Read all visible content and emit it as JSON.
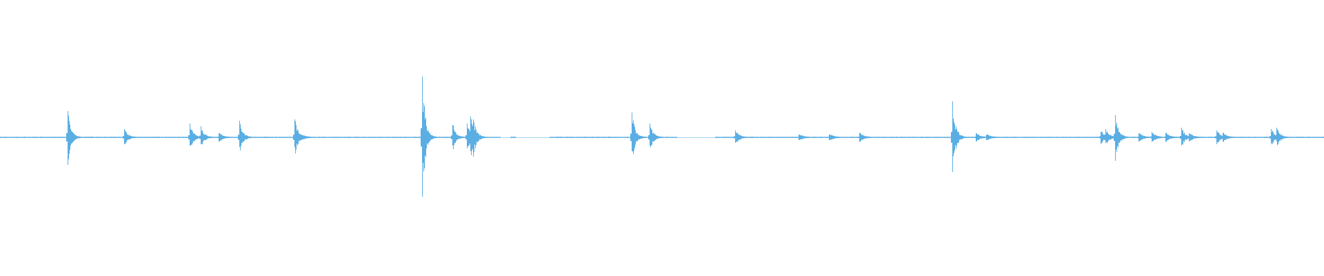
{
  "waveform": {
    "color": "#5aaee3",
    "baseline_amplitude": 0.004,
    "transients": [
      {
        "t": 0.051,
        "peak_up": 0.19,
        "peak_down": 0.2
      },
      {
        "t": 0.0935,
        "peak_up": 0.06,
        "peak_down": 0.05
      },
      {
        "t": 0.143,
        "peak_up": 0.1,
        "peak_down": 0.06
      },
      {
        "t": 0.1515,
        "peak_up": 0.08,
        "peak_down": 0.05
      },
      {
        "t": 0.165,
        "peak_up": 0.03,
        "peak_down": 0.03
      },
      {
        "t": 0.1805,
        "peak_up": 0.12,
        "peak_down": 0.07
      },
      {
        "t": 0.2225,
        "peak_up": 0.13,
        "peak_down": 0.07
      },
      {
        "t": 0.227,
        "peak_up": 0.02,
        "peak_down": 0.02
      },
      {
        "t": 0.319,
        "peak_up": 0.44,
        "peak_down": 0.43
      },
      {
        "t": 0.3415,
        "peak_up": 0.09,
        "peak_down": 0.06
      },
      {
        "t": 0.3525,
        "peak_up": 0.1,
        "peak_down": 0.08
      },
      {
        "t": 0.355,
        "peak_up": 0.15,
        "peak_down": 0.1
      },
      {
        "t": 0.3575,
        "peak_up": 0.13,
        "peak_down": 0.14
      },
      {
        "t": 0.477,
        "peak_up": 0.18,
        "peak_down": 0.1
      },
      {
        "t": 0.4905,
        "peak_up": 0.1,
        "peak_down": 0.06
      },
      {
        "t": 0.555,
        "peak_up": 0.05,
        "peak_down": 0.04
      },
      {
        "t": 0.603,
        "peak_up": 0.02,
        "peak_down": 0.02
      },
      {
        "t": 0.626,
        "peak_up": 0.02,
        "peak_down": 0.02
      },
      {
        "t": 0.649,
        "peak_up": 0.03,
        "peak_down": 0.03
      },
      {
        "t": 0.7195,
        "peak_up": 0.26,
        "peak_down": 0.25
      },
      {
        "t": 0.737,
        "peak_up": 0.03,
        "peak_down": 0.03
      },
      {
        "t": 0.745,
        "peak_up": 0.02,
        "peak_down": 0.02
      },
      {
        "t": 0.831,
        "peak_up": 0.04,
        "peak_down": 0.05
      },
      {
        "t": 0.835,
        "peak_up": 0.06,
        "peak_down": 0.04
      },
      {
        "t": 0.842,
        "peak_up": 0.16,
        "peak_down": 0.17
      },
      {
        "t": 0.86,
        "peak_up": 0.03,
        "peak_down": 0.03
      },
      {
        "t": 0.87,
        "peak_up": 0.04,
        "peak_down": 0.03
      },
      {
        "t": 0.88,
        "peak_up": 0.03,
        "peak_down": 0.03
      },
      {
        "t": 0.892,
        "peak_up": 0.07,
        "peak_down": 0.06
      },
      {
        "t": 0.898,
        "peak_up": 0.03,
        "peak_down": 0.03
      },
      {
        "t": 0.919,
        "peak_up": 0.05,
        "peak_down": 0.05
      },
      {
        "t": 0.9235,
        "peak_up": 0.03,
        "peak_down": 0.03
      },
      {
        "t": 0.96,
        "peak_up": 0.06,
        "peak_down": 0.05
      },
      {
        "t": 0.964,
        "peak_up": 0.07,
        "peak_down": 0.03
      }
    ],
    "quiet_gaps": [
      {
        "start": 0.368,
        "end": 0.385
      },
      {
        "start": 0.39,
        "end": 0.415
      },
      {
        "start": 0.506,
        "end": 0.54
      }
    ]
  }
}
